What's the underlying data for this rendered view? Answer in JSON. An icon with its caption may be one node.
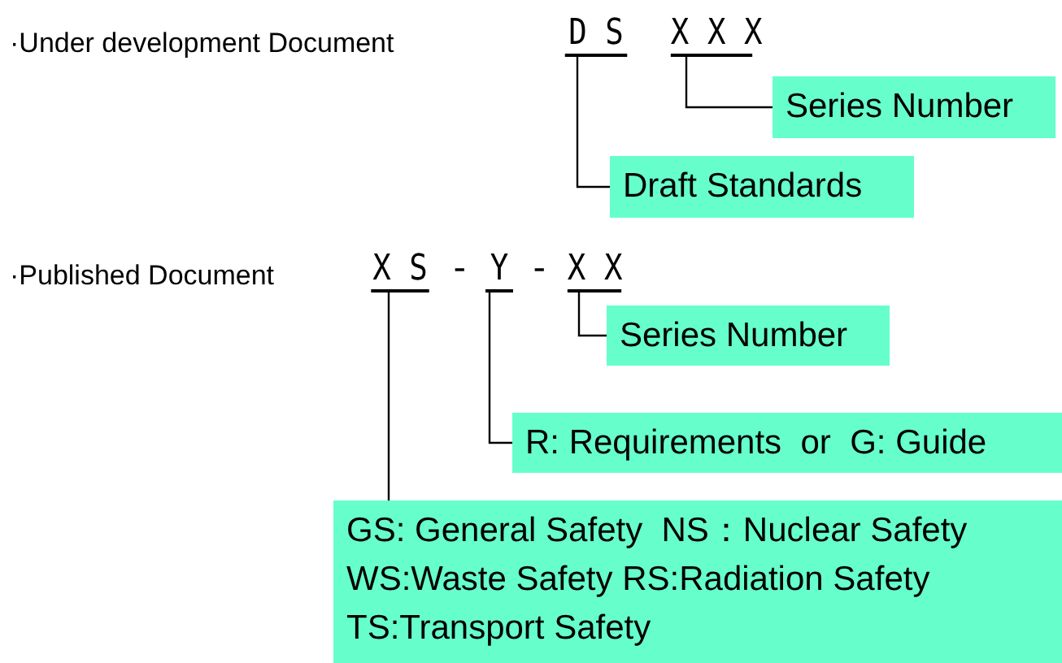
{
  "diagram": {
    "nodes": [
      {
        "text": [
          "D S"
        ]
      },
      {
        "text": [
          "X X X"
        ]
      },
      {
        "text": [
          "Series Number"
        ]
      },
      {
        "text": [
          "Draft Standards"
        ]
      },
      {
        "text": [
          "X S"
        ]
      },
      {
        "text": [
          "Y"
        ]
      },
      {
        "text": [
          "X X"
        ]
      },
      {
        "text": [
          "Series Number"
        ]
      },
      {
        "text": [
          "R: Requirements  or  G: Guide"
        ]
      },
      {
        "text": [
          "GS: General Safety  NS：Nuclear Safety",
          "WS:Waste Safety RS:Radiation Safety",
          "TS:Transport Safety"
        ]
      }
    ],
    "edges": [
      {
        "from": 1,
        "to": 2,
        "arrow": "none"
      },
      {
        "from": 0,
        "to": 3,
        "arrow": "none"
      },
      {
        "from": 6,
        "to": 7,
        "arrow": "none"
      },
      {
        "from": 5,
        "to": 8,
        "arrow": "none"
      },
      {
        "from": 4,
        "to": 9,
        "arrow": "none"
      }
    ],
    "labels": [
      "·Under development Document",
      "·Published Document",
      "-",
      "-"
    ]
  }
}
